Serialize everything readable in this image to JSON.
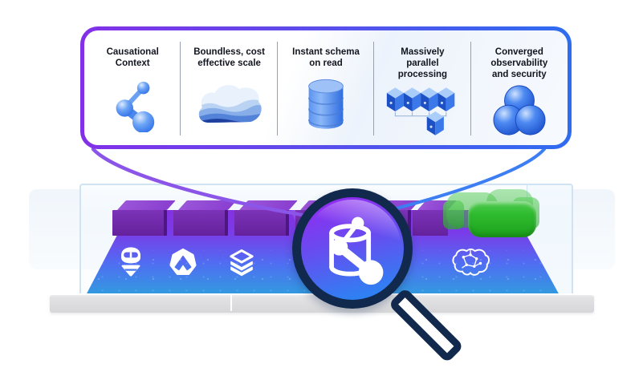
{
  "illustration": {
    "type": "product-feature-diagram",
    "callout": {
      "features": [
        {
          "label": "Causational\nContext",
          "icon": "molecule-icon"
        },
        {
          "label": "Boundless, cost\neffective scale",
          "icon": "landscape-cloud-icon"
        },
        {
          "label": "Instant schema\non read",
          "icon": "database-icon"
        },
        {
          "label": "Massively\nparallel\nprocessing",
          "icon": "parallel-cubes-icon"
        },
        {
          "label": "Converged\nobservability\nand security",
          "icon": "triple-spheres-icon"
        }
      ]
    },
    "platform": {
      "icons": [
        "ninja-icon",
        "deploy-arrow-icon",
        "layers-icon",
        "brain-icon"
      ],
      "cube_groups": [
        "purple-blocks",
        "green-capsules"
      ]
    },
    "magnifier": {
      "icon": "database-molecule-icon"
    },
    "colors": {
      "callout_border_left": "#8330E8",
      "callout_border_right": "#2E6CF0",
      "connector_left": "#8A55E8",
      "connector_right": "#3D7FF2",
      "magnifier_ring": "#12294E",
      "stage_top": "#8431E0",
      "stage_bottom": "#2F9EDE",
      "cube_purple": "#7C33B8",
      "capsule_green": "#2FBC2F",
      "icon_blue": "#3B7EF0",
      "tray_gray": "#D6D6D8",
      "text": "#12151F"
    }
  }
}
